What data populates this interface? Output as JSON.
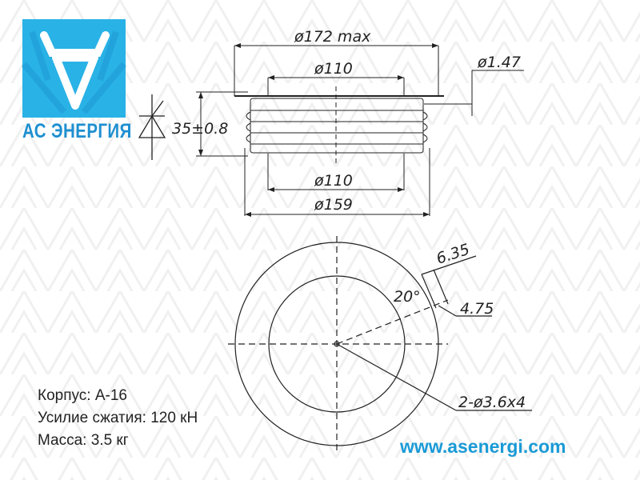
{
  "brand": {
    "name": "АС ЭНЕРГИЯ",
    "color": "#29b2e6"
  },
  "dimensions": {
    "d_max": "ø172 max",
    "d_top": "ø110",
    "d_bottom": "ø110",
    "d_body": "ø159",
    "d_pin": "ø1.47",
    "height": "35±0.8",
    "notch_w": "6.35",
    "notch_d": "4.75",
    "angle": "20°",
    "holes": "2-ø3.6x4"
  },
  "specs": [
    {
      "text": "Корпус:  А-16"
    },
    {
      "text": "Усилие сжатия:  120 кН"
    },
    {
      "text": "Масса:  3.5 кг"
    }
  ],
  "url": "www.asenergi.com"
}
